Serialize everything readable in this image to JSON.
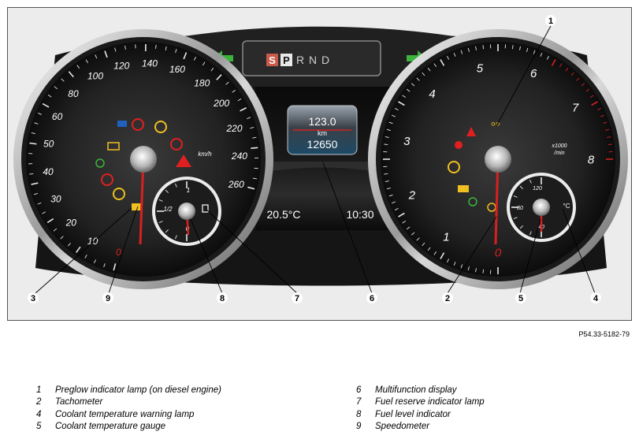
{
  "figure_id": "P54.33-5182-79",
  "transmission": {
    "s": "S",
    "p": "P",
    "rnd": "R N D"
  },
  "speedometer": {
    "labels": [
      "0",
      "10",
      "20",
      "30",
      "40",
      "50",
      "60",
      "80",
      "100",
      "120",
      "140",
      "160",
      "180",
      "200",
      "220",
      "240",
      "260"
    ],
    "unit": "km/h"
  },
  "tachometer": {
    "labels": [
      "0",
      "1",
      "2",
      "3",
      "4",
      "5",
      "6",
      "7",
      "8"
    ],
    "unit_top": "x1000",
    "unit_bottom": "/min"
  },
  "fuel_gauge": {
    "labels": [
      "0",
      "1/2",
      "1"
    ]
  },
  "coolant_gauge": {
    "labels": [
      "40",
      "80",
      "120"
    ],
    "unit": "°C"
  },
  "multifunction": {
    "trip": "123.0",
    "unit": "km",
    "odometer": "12650",
    "outside_temp": "20.5°C",
    "time": "10:30"
  },
  "callouts": [
    "1",
    "2",
    "3",
    "4",
    "5",
    "6",
    "7",
    "8",
    "9"
  ],
  "legend": {
    "left": [
      {
        "num": "1",
        "text": "Preglow indicator lamp (on diesel engine)"
      },
      {
        "num": "2",
        "text": "Tachometer"
      },
      {
        "num": "4",
        "text": "Coolant temperature warning lamp"
      },
      {
        "num": "5",
        "text": "Coolant temperature gauge"
      }
    ],
    "right": [
      {
        "num": "6",
        "text": "Multifunction display"
      },
      {
        "num": "7",
        "text": "Fuel reserve indicator lamp"
      },
      {
        "num": "8",
        "text": "Fuel level indicator"
      },
      {
        "num": "9",
        "text": "Speedometer"
      }
    ]
  },
  "colors": {
    "needle": "#d82020",
    "green_arrow": "#3cb43c",
    "amber": "#f0c020",
    "red_lamp": "#e02020"
  }
}
